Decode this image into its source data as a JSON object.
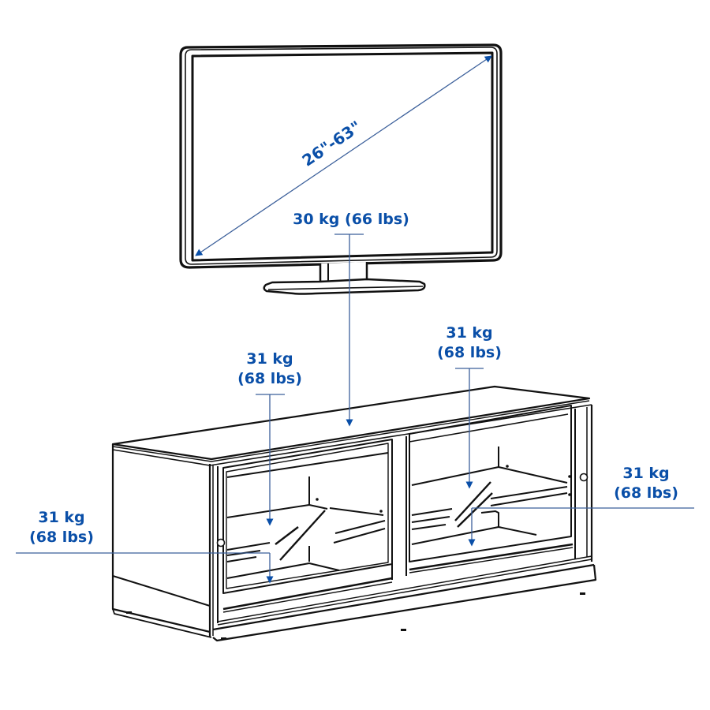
{
  "colors": {
    "annotation": "#0a4fa8",
    "leader_line": "#3b5f9a",
    "outline": "#111111",
    "background": "#ffffff"
  },
  "tv": {
    "screen_size_label": "26\"-63\"",
    "max_weight_label": "30 kg (66 lbs)"
  },
  "tv_bench": {
    "top_left_shelf": {
      "kg": "31 kg",
      "lbs": "(68 lbs)"
    },
    "top_right_shelf": {
      "kg": "31 kg",
      "lbs": "(68 lbs)"
    },
    "bottom_left_shelf": {
      "kg": "31 kg",
      "lbs": "(68 lbs)"
    },
    "bottom_right_shelf": {
      "kg": "31 kg",
      "lbs": "(68 lbs)"
    }
  }
}
